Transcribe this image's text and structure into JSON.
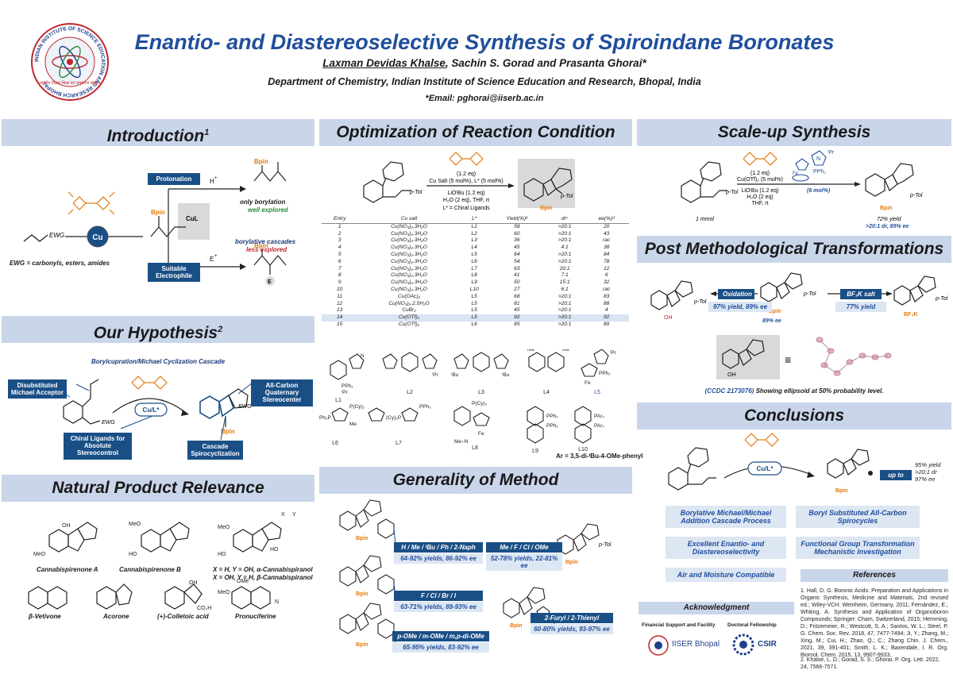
{
  "logo": {
    "ring_text": "INDIAN INSTITUTE OF SCIENCE EDUCATION AND RESEARCH BHOPAL",
    "hindi_text": "भारतीय विज्ञान शिक्षा एवं अनुसंधान संस्थान"
  },
  "header": {
    "title": "Enantio- and Diastereoselective Synthesis of Spiroindane Boronates",
    "author_first": "Laxman Devidas Khalse",
    "authors_rest": ", Sachin S. Gorad and Prasanta Ghorai*",
    "department": "Department of Chemistry, Indian Institute of  Science Education and Research, Bhopal, India",
    "email": "*Email: pghorai@iiserb.ac.in"
  },
  "intro": {
    "heading": "Introduction",
    "heading_sup": "1",
    "protonation": "Protonation",
    "h_plus": "H",
    "plus": "+",
    "only_borylation": "only borylation",
    "well_explored": "well explored",
    "ewg": "EWG",
    "cu": "Cu",
    "bpin": "Bpin",
    "cul": "CuL",
    "suitable": "Suitable",
    "electrophile": "Electrophile",
    "e_plus": "E",
    "borylative": "borylative cascades",
    "less_explored": "less explored",
    "e_label": "E",
    "ewg_note": "EWG = carbonyls, esters, amides"
  },
  "hypothesis": {
    "heading": "Our Hypothesis",
    "heading_sup": "2",
    "subtitle": "Borylcupration/Michael Cyclization Cascade",
    "disub": "Disubstituted Michael Acceptor",
    "allcarbon": "All-Carbon Quaternary Stereocenter",
    "cul": "Cu/L*",
    "ewg1": "EWG",
    "ewg2": "EWG",
    "bpin": "Bpin",
    "chiral": "Chiral Ligands for Absolute Stereocontrol",
    "cascade": "Cascade Spirocyclization"
  },
  "natural": {
    "heading": "Natural Product Relevance",
    "names": [
      "Cannabispirenone A",
      "Cannabispirenone B",
      "X = H, Y = OH, α-Cannabispiranol",
      "X = OH, Y = H, β-Cannabispiranol",
      "β-Vetivone",
      "Acorone",
      "(+)-Colletoic acid",
      "Pronuciferine"
    ],
    "labels": [
      "OH",
      "MeO",
      "MeO",
      "HO",
      "MeO",
      "HO",
      "X",
      "Y",
      "HO",
      "OH",
      "CO₂H",
      "OMe",
      "MeO",
      "N"
    ]
  },
  "optimization": {
    "heading": "Optimization of Reaction Condition",
    "reagent_eq": "(1.2 eq)",
    "cond1": "Cu Salt (5 mol%), L* (5 mol%)",
    "cond2": "LiOᵗBu (1.2 eq)",
    "cond3": "H₂O (2 eq), THF, rt",
    "cond4": "L* = Chiral Ligands",
    "ptol": "p-Tol",
    "ptol2": "p-Tol",
    "bpin": "Bpin",
    "columns": [
      "Entry",
      "Cu salt",
      "L*",
      "Yield(%)ᵇ",
      "drᶜ",
      "ee(%)ᵈ"
    ],
    "rows": [
      [
        "1",
        "Cu(NO₃)₂.3H₂O",
        "L1",
        "58",
        ">20:1",
        "20"
      ],
      [
        "2",
        "Cu(NO₃)₂.3H₂O",
        "L2",
        "60",
        ">20:1",
        "43"
      ],
      [
        "3",
        "Cu(NO₃)₂.3H₂O",
        "L3",
        "36",
        ">20:1",
        "rac"
      ],
      [
        "4",
        "Cu(NO₃)₂.3H₂O",
        "L4",
        "45",
        "4:1",
        "38"
      ],
      [
        "5",
        "Cu(NO₃)₂.3H₂O",
        "L5",
        "64",
        ">20:1",
        "84"
      ],
      [
        "6",
        "Cu(NO₃)₂.3H₂O",
        "L6",
        "54",
        ">20:1",
        "78"
      ],
      [
        "7",
        "Cu(NO₃)₂.3H₂O",
        "L7",
        "63",
        "20:1",
        "12"
      ],
      [
        "8",
        "Cu(NO₃)₂.3H₂O",
        "L8",
        "41",
        "7:1",
        "6"
      ],
      [
        "9",
        "Cu(NO₃)₂.3H₂O",
        "L9",
        "50",
        "15:1",
        "32"
      ],
      [
        "10",
        "Cu(NO₃)₂.3H₂O",
        "L10",
        "27",
        "6:1",
        "rac"
      ],
      [
        "11",
        "Cu(OAc)₂",
        "L5",
        "68",
        ">20:1",
        "83"
      ],
      [
        "12",
        "Cu(NO₃)₂.2.5H₂O",
        "L5",
        "81",
        ">20:1",
        "88"
      ],
      [
        "13",
        "CuBr₂",
        "L5",
        "45",
        ">20:1",
        "4"
      ],
      [
        "14",
        "Cu(OTf)₂",
        "L5",
        "92",
        ">20:1",
        "92"
      ],
      [
        "15",
        "Cu(OTf)₂",
        "L6",
        "85",
        ">20:1",
        "89"
      ]
    ],
    "ligands": [
      "L1",
      "L2",
      "L3",
      "L4",
      "L5",
      "L6",
      "L7",
      "L8",
      "L9",
      "L10"
    ],
    "lig_labels": [
      "PPh₂",
      "N",
      "ⁱPr",
      "ⁱPr",
      "ᵗBu",
      "ᵗBu",
      "Me",
      "Me",
      "ⁱPr",
      "PPh₂",
      "Fe",
      "Ph₂P",
      "P(Cy)₂",
      "Me",
      "(Cy)₂P",
      "PPh₂",
      "P(Cy)₂",
      "Fe",
      "Me–N",
      "PPh₂",
      "PPh₂",
      "PAr₂",
      "PAr₂"
    ],
    "ar_note": "Ar = 3,5-di-ᵗBu-4-OMe-phenyl"
  },
  "generality": {
    "heading": "Generality of Method",
    "bpin": "Bpin",
    "ptol": "p-Tol",
    "groups": [
      {
        "label": "H / Me / ᵗBu / Ph / 2-Naph",
        "yields": "64-92% yields, 86-92% ee"
      },
      {
        "label": "Me / F / Cl / OMe",
        "yields": "52-78% yields, 22-81% ee"
      },
      {
        "label": "F / Cl / Br / I",
        "yields": "63-71% yields, 89-93% ee"
      },
      {
        "label": "2-Furyl / 2-Thienyl",
        "yields": "60-80% yields, 93-97% ee"
      },
      {
        "label": "p-OMe / m-OMe / m,p-di-OMe",
        "yields": "65-95% yields, 83-92% ee"
      }
    ]
  },
  "scaleup": {
    "heading": "Scale-up Synthesis",
    "eq": "(1.2 eq)",
    "c1": "Cu(OTf)₂ (5 mol%)",
    "c2": "LiOᵗBu (1.2 eq)",
    "c3": "H₂O (2 eq)",
    "c4": "THF, rt",
    "ligand_pr": "ⁱPr",
    "ligand_n": "N",
    "ligand_p": "PPh₂",
    "ligand_fe": "Fe",
    "ligand_mol": "(6 mol%)",
    "ptol1": "p-Tol",
    "ptol2": "p-Tol",
    "mmol": "1 mmol",
    "bpin": "Bpin",
    "yield": "72% yield",
    "dr_ee": ">20:1 dr, 89% ee"
  },
  "post": {
    "heading": "Post Methodological Transformations",
    "oxidation": "Oxidation",
    "ox_yield": "97% yield, 89% ee",
    "bf3k": "BF₃K salt",
    "bf3k_yield": "77% yield",
    "oh": "OH",
    "ptol": "p-Tol",
    "bpin": "Bpin",
    "ee": "89% ee",
    "bf3k_label": "BF₃K",
    "equiv": "≡",
    "ccdc": "(CCDC 2173076)",
    "ccdc_note": "Showing ellipsoid at 50% probability level."
  },
  "conclusions": {
    "heading": "Conclusions",
    "cul": "Cu/L*",
    "up_to": "up to",
    "results": [
      "95% yield",
      ">20:1 dr",
      "97% ee"
    ],
    "bpin": "Bpin",
    "boxes": [
      "Borylative Michael/Michael Addition Cascade Process",
      "Boryl Substituted All-Carbon Spirocycles",
      "Excellent Enantio- and Diastereoselectivity",
      "Functional Group Transformation Mechanistic Investigation",
      "Air and Moisture Compatible"
    ]
  },
  "acknowledgment": {
    "heading": "Acknowledgment",
    "fin": "Financial Support and Facility",
    "doc": "Doctoral Fellowship",
    "iiser": "IISER Bhopal",
    "csir": "CSIR"
  },
  "references": {
    "heading": "References",
    "items": [
      "1. Hall, D. G. Boronic Acids: Preparation and Applications in Organic Synthesis, Medicine and Materials, 2nd revised ed.; Wiley-VCH: Weinheim, Germany, 2011; Fernández, E.; Whiting, A. Synthesis and Application of Organoboron Compounds; Springer: Cham, Switzerland, 2015; Hemming, D.; Fritzemeier, R.; Westcott, S. A.; Santos, W. L.; Steel, P. G. Chem. Soc. Rev. 2018, 47, 7477-7494; Ji, Y.; Zhang, M.; Xing, M.; Cui, H.; Zhao, Q.; C.; Zhang Chin. J. Chem., 2021, 39, 391-401; Smith, L. K.; Baxendale, I. R. Org. Biomol. Chem. 2015, 13, 9907-9933.",
      "2. Khalse, L. D.; Gorad, S. S.; Ghorai, P. Org. Lett. 2022, 24, 7566-7571."
    ]
  },
  "colors": {
    "header_bg": "#c9d6ea",
    "navy": "#1a4f86",
    "title_blue": "#1f4e9c",
    "orange": "#e07a10",
    "highlight": "#dbe4f3"
  }
}
